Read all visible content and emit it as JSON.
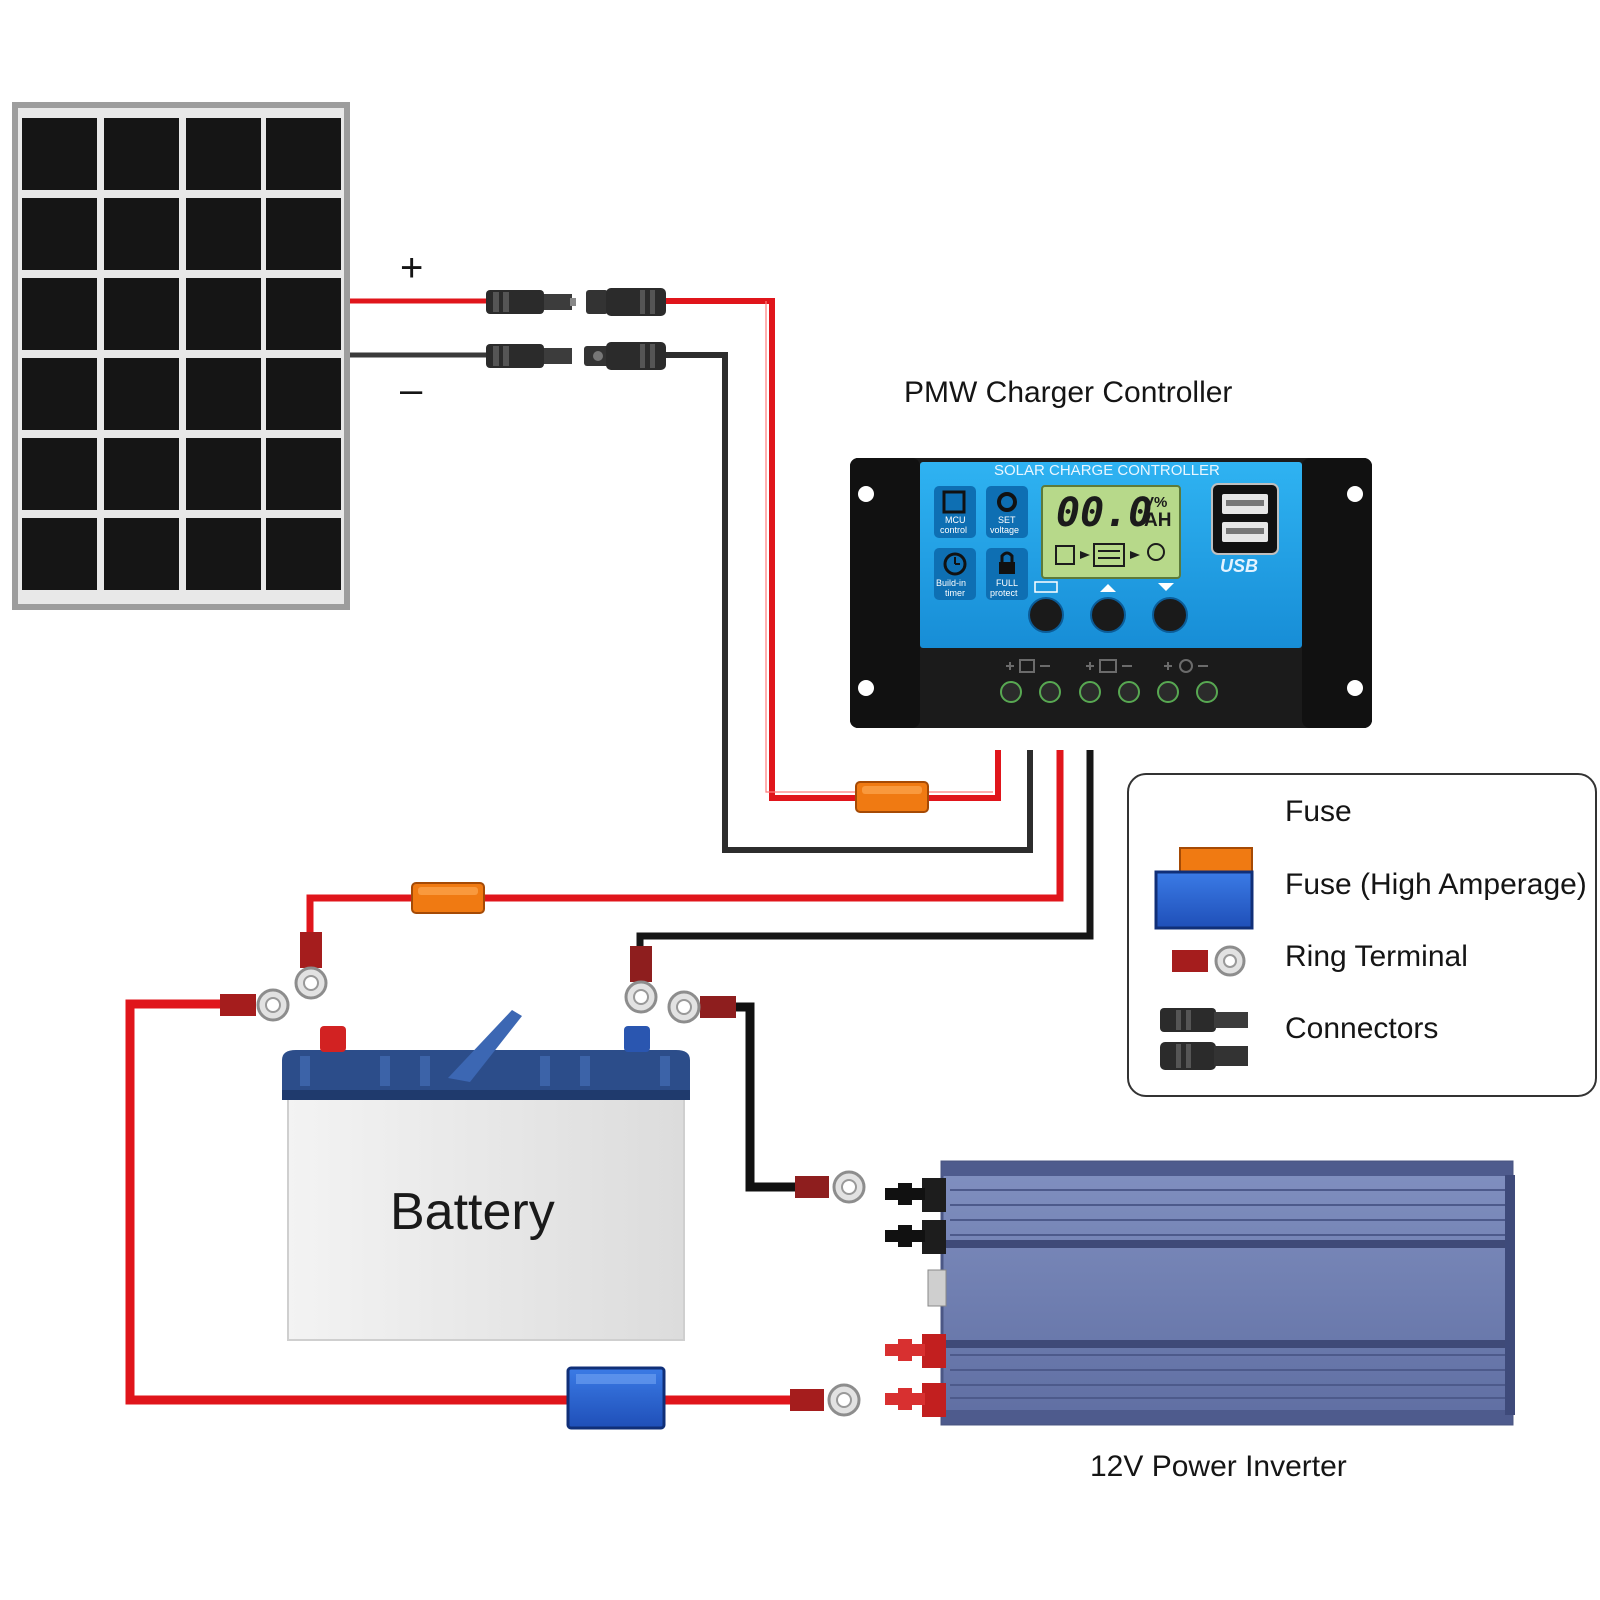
{
  "solar_panel": {
    "plus_label": "+",
    "minus_label": "–"
  },
  "controller": {
    "title": "PMW Charger Controller",
    "header": "SOLAR CHARGE CONTROLLER",
    "lcd_value": "00.0",
    "lcd_unit_top": "V%",
    "lcd_unit_bottom": "AH",
    "features": [
      {
        "line1": "MCU",
        "line2": "control"
      },
      {
        "line1": "SET",
        "line2": "voltage"
      },
      {
        "line1": "Build-in",
        "line2": "timer"
      },
      {
        "line1": "FULL",
        "line2": "protect"
      }
    ],
    "usb_label": "USB"
  },
  "battery": {
    "label": "Battery"
  },
  "inverter": {
    "label": "12V Power Inverter"
  },
  "legend": {
    "items": [
      {
        "label": "Fuse"
      },
      {
        "label": "Fuse (High Amperage)"
      },
      {
        "label": "Ring Terminal"
      },
      {
        "label": "Connectors"
      }
    ]
  },
  "colors": {
    "wire_positive": "#e0151b",
    "wire_negative": "#222222",
    "fuse": "#f07a12",
    "fuse_high": "#2a63d6",
    "controller_face": "#1ea0e6",
    "controller_body": "#1b1b1b",
    "lcd": "#b7d98a",
    "inverter": "#6f7fb2",
    "battery_case": "#e9e9e9",
    "battery_lid": "#2c4d8a"
  }
}
